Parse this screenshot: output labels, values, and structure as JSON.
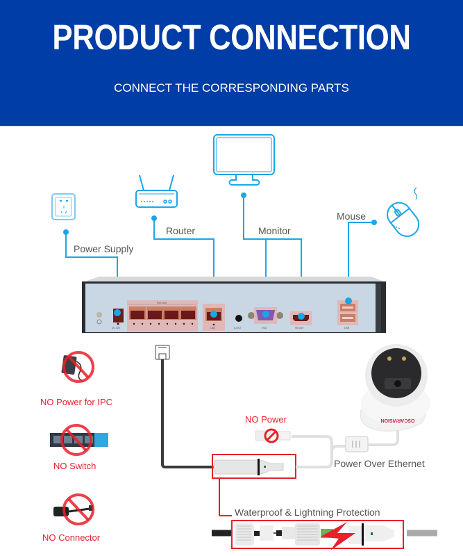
{
  "header": {
    "title": "PRODUCT CONNECTION",
    "subtitle": "CONNECT THE CORRESPONDING PARTS"
  },
  "colors": {
    "header_bg": "#003da6",
    "accent_line": "#1aa6e6",
    "warning_red": "#e8202a",
    "label_gray": "#555555"
  },
  "peripherals": [
    {
      "id": "power",
      "label": "Power Supply",
      "icon": "power-outlet-icon"
    },
    {
      "id": "router",
      "label": "Router",
      "icon": "router-icon"
    },
    {
      "id": "monitor",
      "label": "Monitor",
      "icon": "monitor-icon"
    },
    {
      "id": "mouse",
      "label": "Mouse",
      "icon": "mouse-icon"
    }
  ],
  "nvr": {
    "ports": [
      "DC 52V",
      "PoE Link",
      "LAN",
      "A-OUT",
      "VGA",
      "HD port",
      "USB"
    ]
  },
  "warnings": [
    {
      "label": "NO Power for IPC",
      "icon": "power-adapter-icon"
    },
    {
      "label": "NO Switch",
      "icon": "network-switch-icon"
    },
    {
      "label": "NO Connector",
      "icon": "connector-icon"
    }
  ],
  "camera": {
    "brand": "OSCARVISION",
    "no_power_label": "NO Power",
    "poe_label": "Power Over Ethernet",
    "protection_label": "Waterproof & Lightning Protection"
  }
}
